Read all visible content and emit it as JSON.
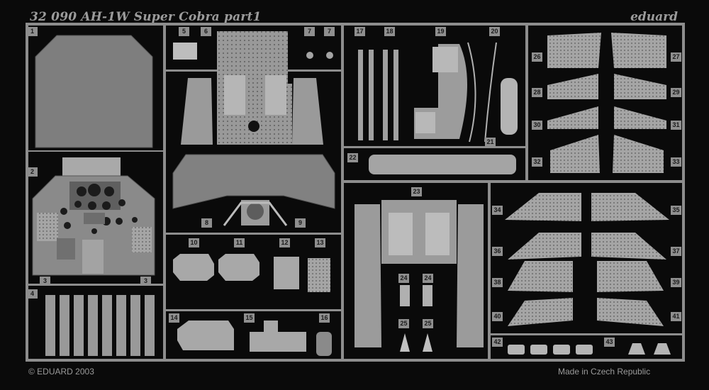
{
  "fret": {
    "title": "32 090 AH-1W Super Cobra part1",
    "brand": "eduard",
    "copyright": "© EDUARD 2003",
    "origin": "Made in Czech Republic"
  },
  "part_labels": [
    "1",
    "5",
    "6",
    "7",
    "7",
    "17",
    "18",
    "19",
    "20",
    "2",
    "21",
    "22",
    "8",
    "9",
    "3",
    "3",
    "4",
    "10",
    "11",
    "12",
    "13",
    "14",
    "15",
    "16",
    "23",
    "24",
    "24",
    "25",
    "25",
    "26",
    "27",
    "28",
    "29",
    "30",
    "31",
    "32",
    "33",
    "34",
    "35",
    "36",
    "37",
    "38",
    "39",
    "40",
    "41",
    "42",
    "43"
  ],
  "colors": {
    "fret": "#0a0a0a",
    "metal": "#8d8d8d",
    "metal_dark": "#6f6f6f",
    "metal_light": "#b7b7b7",
    "label_text": "#1a1a1a"
  }
}
